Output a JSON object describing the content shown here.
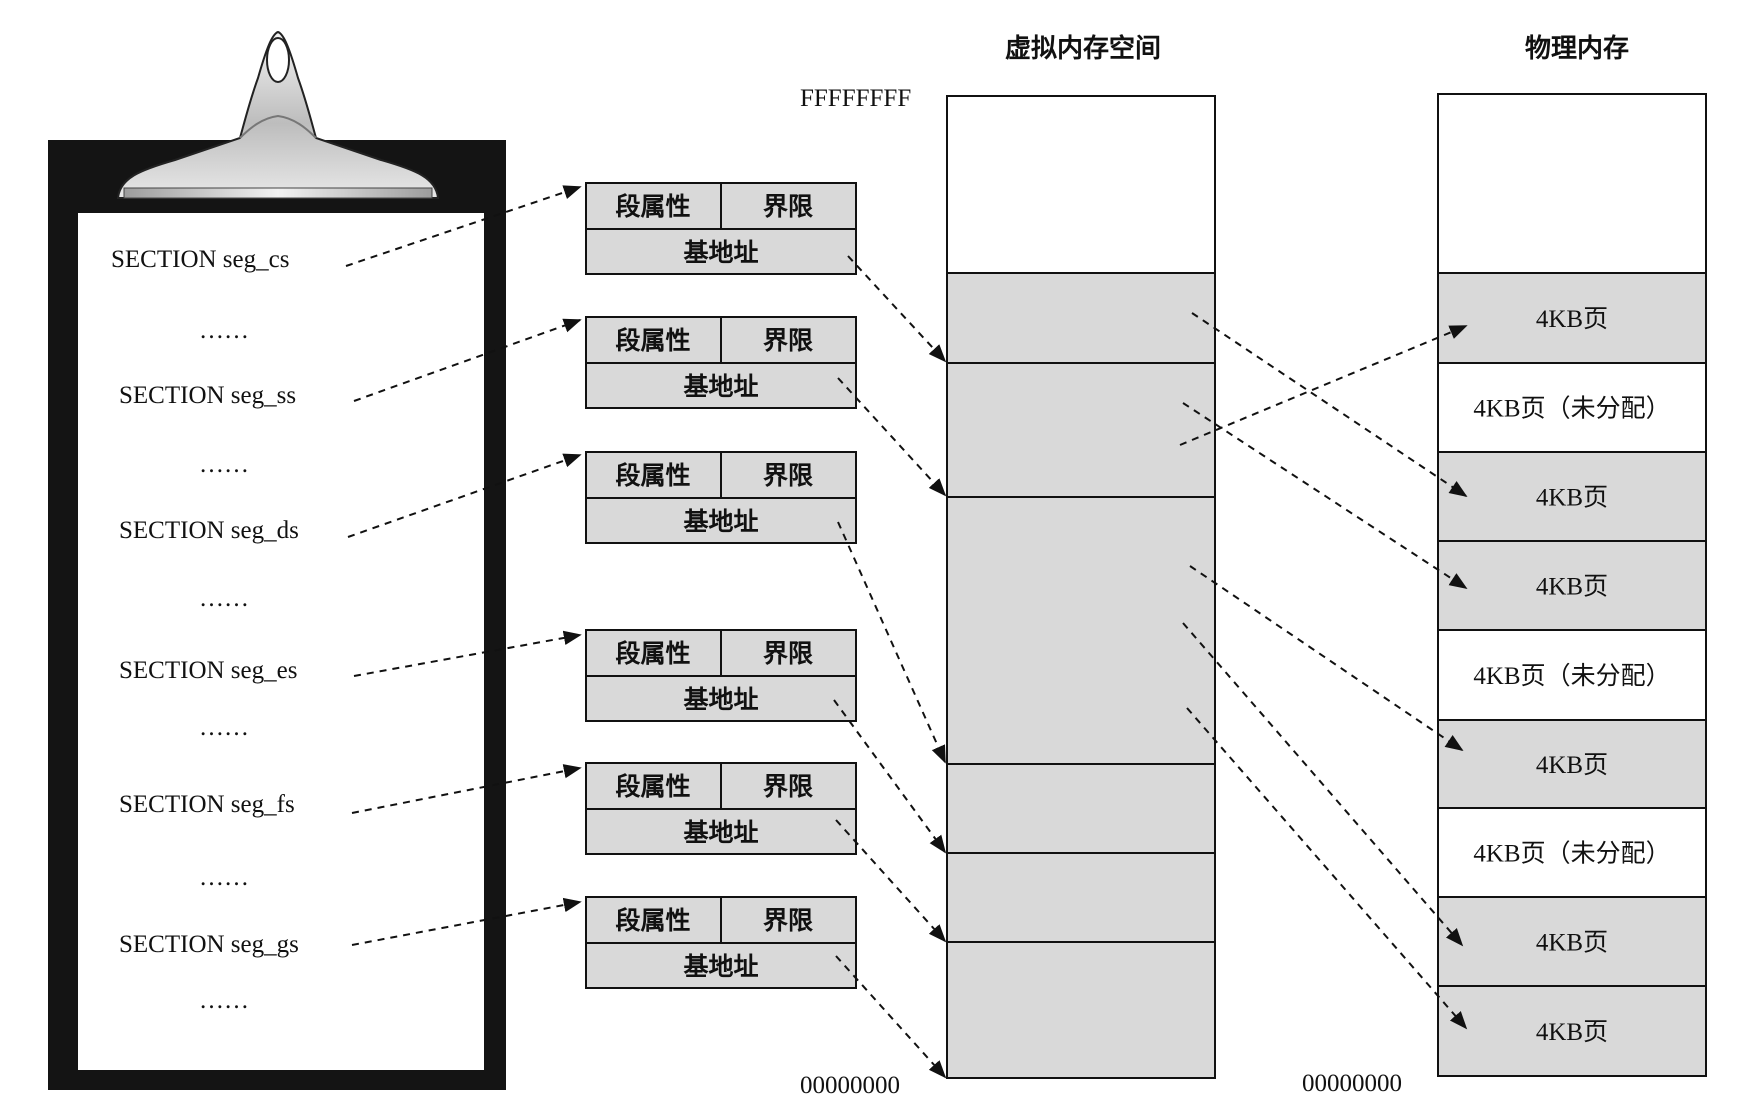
{
  "clipboard": {
    "sections": [
      "SECTION seg_cs",
      "SECTION seg_ss",
      "SECTION seg_ds",
      "SECTION seg_es",
      "SECTION seg_fs",
      "SECTION seg_gs"
    ],
    "ellipsis": "……"
  },
  "descriptor": {
    "attr_label": "段属性",
    "limit_label": "界限",
    "base_label": "基地址"
  },
  "virtual_memory": {
    "title": "虚拟内存空间",
    "top_address": "FFFFFFFF",
    "bottom_address": "00000000"
  },
  "physical_memory": {
    "title": "物理内存",
    "bottom_address": "00000000",
    "pages": [
      {
        "label": "4KB页",
        "allocated": true
      },
      {
        "label": "4KB页（未分配）",
        "allocated": false
      },
      {
        "label": "4KB页",
        "allocated": true
      },
      {
        "label": "4KB页",
        "allocated": true
      },
      {
        "label": "4KB页（未分配）",
        "allocated": false
      },
      {
        "label": "4KB页",
        "allocated": true
      },
      {
        "label": "4KB页（未分配）",
        "allocated": false
      },
      {
        "label": "4KB页",
        "allocated": true
      },
      {
        "label": "4KB页",
        "allocated": true
      }
    ]
  },
  "colors": {
    "segment_fill": "#d9d9d9",
    "page_allocated": "#d9d9d9",
    "page_free": "#ffffff",
    "clipboard_frame": "#141414",
    "line": "#111111"
  }
}
